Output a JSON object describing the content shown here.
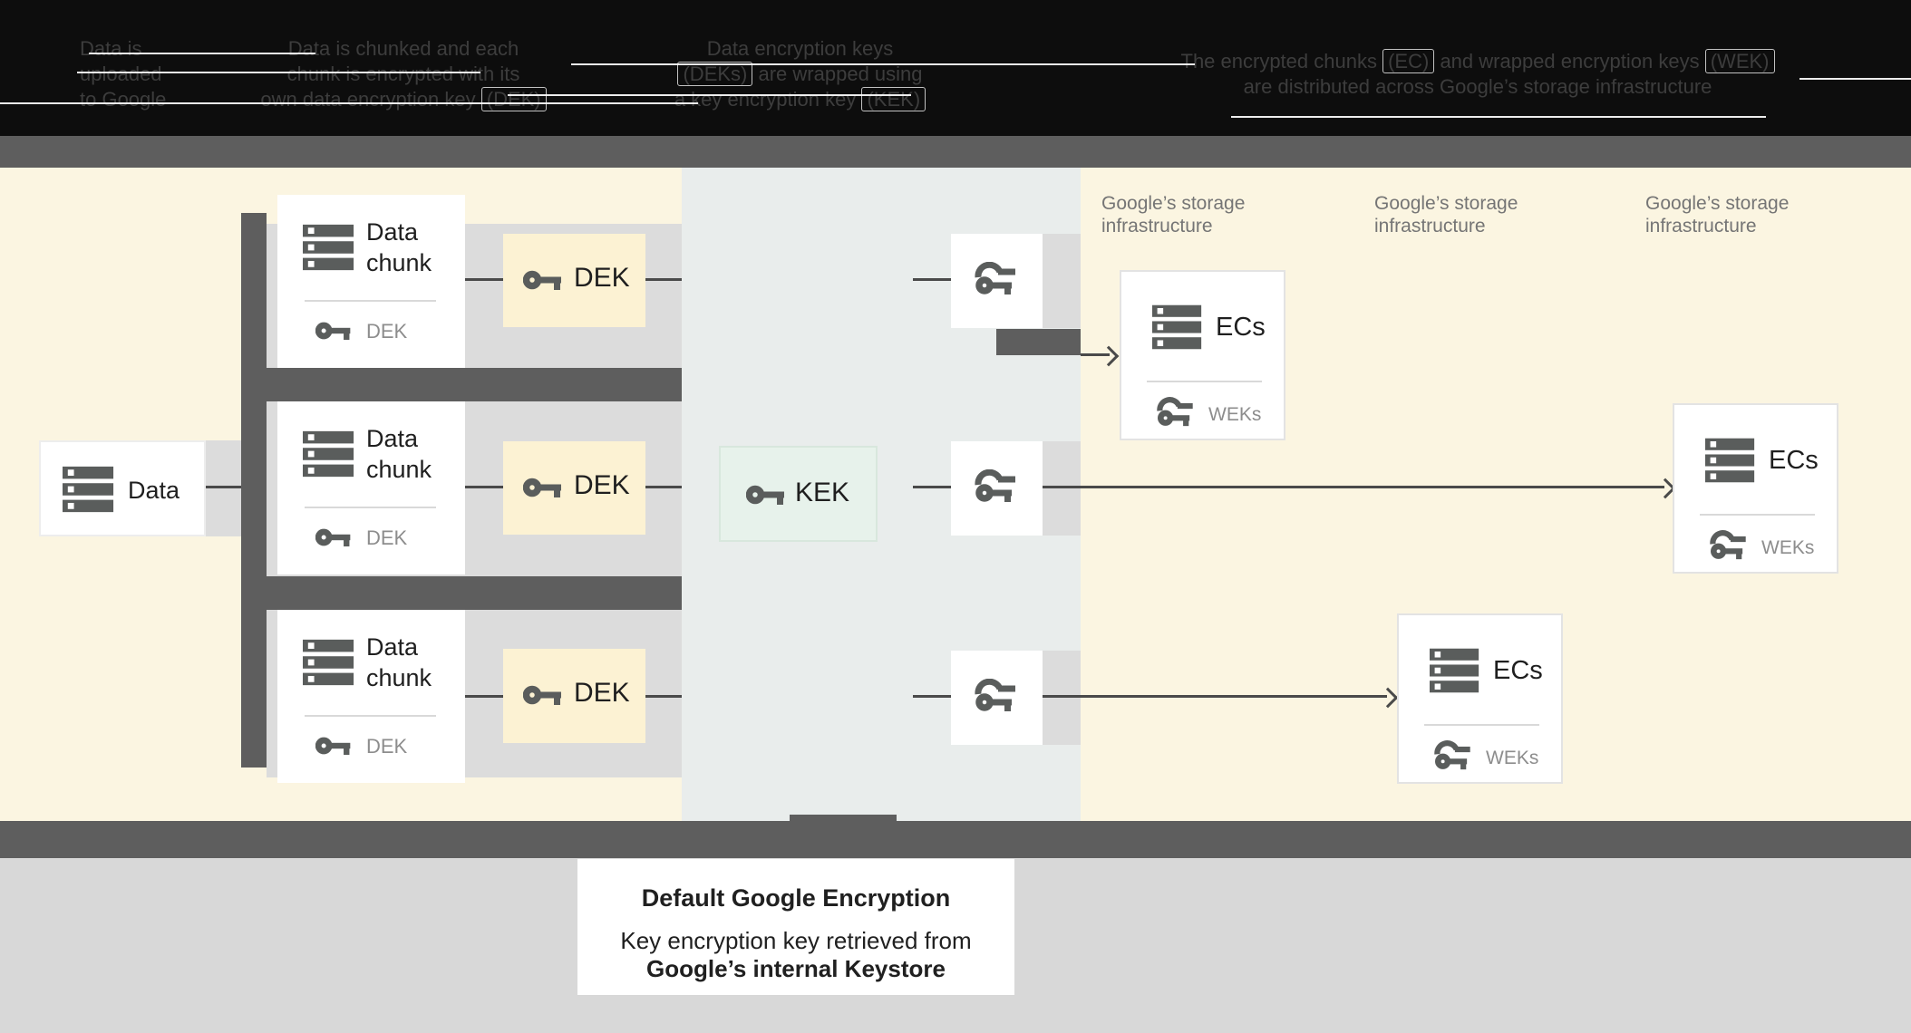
{
  "header": {
    "col1": {
      "line1": "Data is",
      "line2": "uploaded",
      "line3": "to Google"
    },
    "col2": {
      "line1": "Data is chunked and each",
      "line2": "chunk is encrypted with its",
      "line3_text": "own data encryption key",
      "line3_chip": "(DEK)"
    },
    "col3": {
      "line1": "Data encryption keys",
      "line2_chip": "(DEKs)",
      "line2_text": "are wrapped using",
      "line3_text": "a key encryption key",
      "line3_chip": "(KEK)"
    },
    "col4": {
      "line1_text1": "The encrypted chunks",
      "line1_chip1": "(EC)",
      "line1_text2": "and wrapped encryption keys",
      "line1_chip2": "(WEK)",
      "line2": "are distributed across Google’s storage infrastructure"
    }
  },
  "diagram": {
    "data_box": "Data",
    "chunk_line1": "Data",
    "chunk_line2": "chunk",
    "chunk_key_label": "DEK",
    "dek_box": "DEK",
    "kek_box": "KEK",
    "storage_line1": "Google’s storage",
    "storage_line2": "infrastructure",
    "ecs_box": "ECs",
    "weks_label": "WEKs"
  },
  "caption": {
    "title": "Default Google Encryption",
    "body_line1": "Key encryption key retrieved from",
    "body_line2": "Google’s internal Keystore"
  },
  "colors": {
    "cream": "#fbf5e1",
    "middle_section": "#e9edec",
    "row_gray": "#dcdcdc",
    "dek_yellow": "#fcf2d3",
    "kek_mint": "#e7f2eb",
    "dark_band": "#5e5e5e",
    "footer_gray": "#d8d8d8",
    "icon_gray": "#5a5d5c"
  }
}
